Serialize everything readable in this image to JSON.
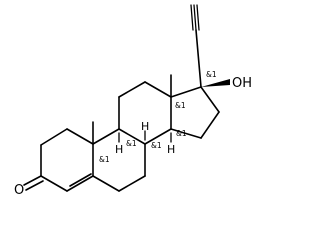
{
  "atom_labels": {
    "oxygen_ketone": "O",
    "hydroxyl": "OH"
  },
  "stereo_labels": [
    "&1",
    "&1",
    "&1",
    "&1",
    "&1",
    "&1"
  ],
  "hydrogen_labels": [
    "H",
    "H",
    "H"
  ]
}
